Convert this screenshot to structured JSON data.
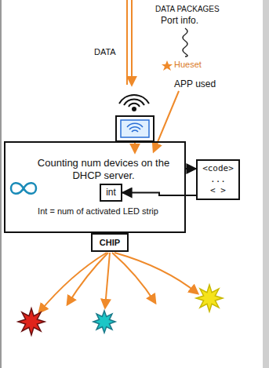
{
  "diagram": {
    "nodes": [
      {
        "text": [
          "Counting num devices on the DHCP server.",
          "Int = num of activated LED strip"
        ]
      },
      {
        "text": [
          "int"
        ],
        "in": 0
      },
      {
        "text": [
          "<code>",
          "...",
          "< >"
        ]
      },
      {
        "text": [
          "CHIP"
        ]
      }
    ],
    "edges": [
      {
        "from": 0,
        "to": 2,
        "arrow": "to"
      },
      {
        "from": 2,
        "to": 1,
        "arrow": "to"
      }
    ],
    "labels": [
      "DATA PACKAGES",
      "Port info.",
      "DATA",
      "Hueset",
      "APP used"
    ]
  }
}
